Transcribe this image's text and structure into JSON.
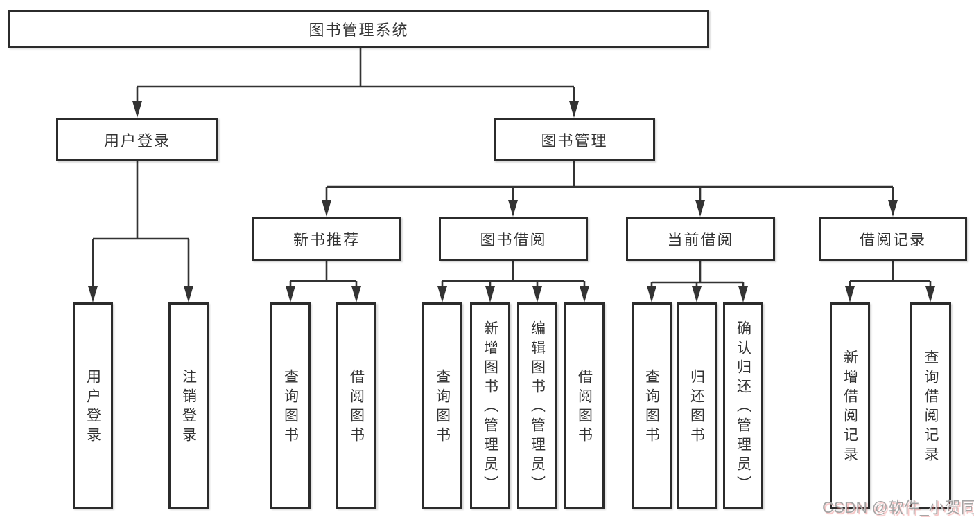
{
  "diagram": {
    "root": {
      "label": "图书管理系统"
    },
    "level1": [
      {
        "label": "用户登录"
      },
      {
        "label": "图书管理"
      }
    ],
    "level2": [
      {
        "label": "新书推荐"
      },
      {
        "label": "图书借阅"
      },
      {
        "label": "当前借阅"
      },
      {
        "label": "借阅记录"
      }
    ],
    "leaves": {
      "user_login": [
        "用户登录",
        "注销登录"
      ],
      "new_book": [
        "查询图书",
        "借阅图书"
      ],
      "book_borrow": [
        "查询图书",
        "新增图书（管理员）",
        "编辑图书（管理员）",
        "借阅图书"
      ],
      "current_borrow": [
        "查询图书",
        "归还图书",
        "确认归还（管理员）"
      ],
      "borrow_records": [
        "新增借阅记录",
        "查询借阅记录"
      ]
    },
    "colors": {
      "line": "#333333",
      "border": "#2b2b2b",
      "text": "#333333",
      "background": "#ffffff"
    },
    "watermark": "CSDN @软件_小贺同学"
  }
}
